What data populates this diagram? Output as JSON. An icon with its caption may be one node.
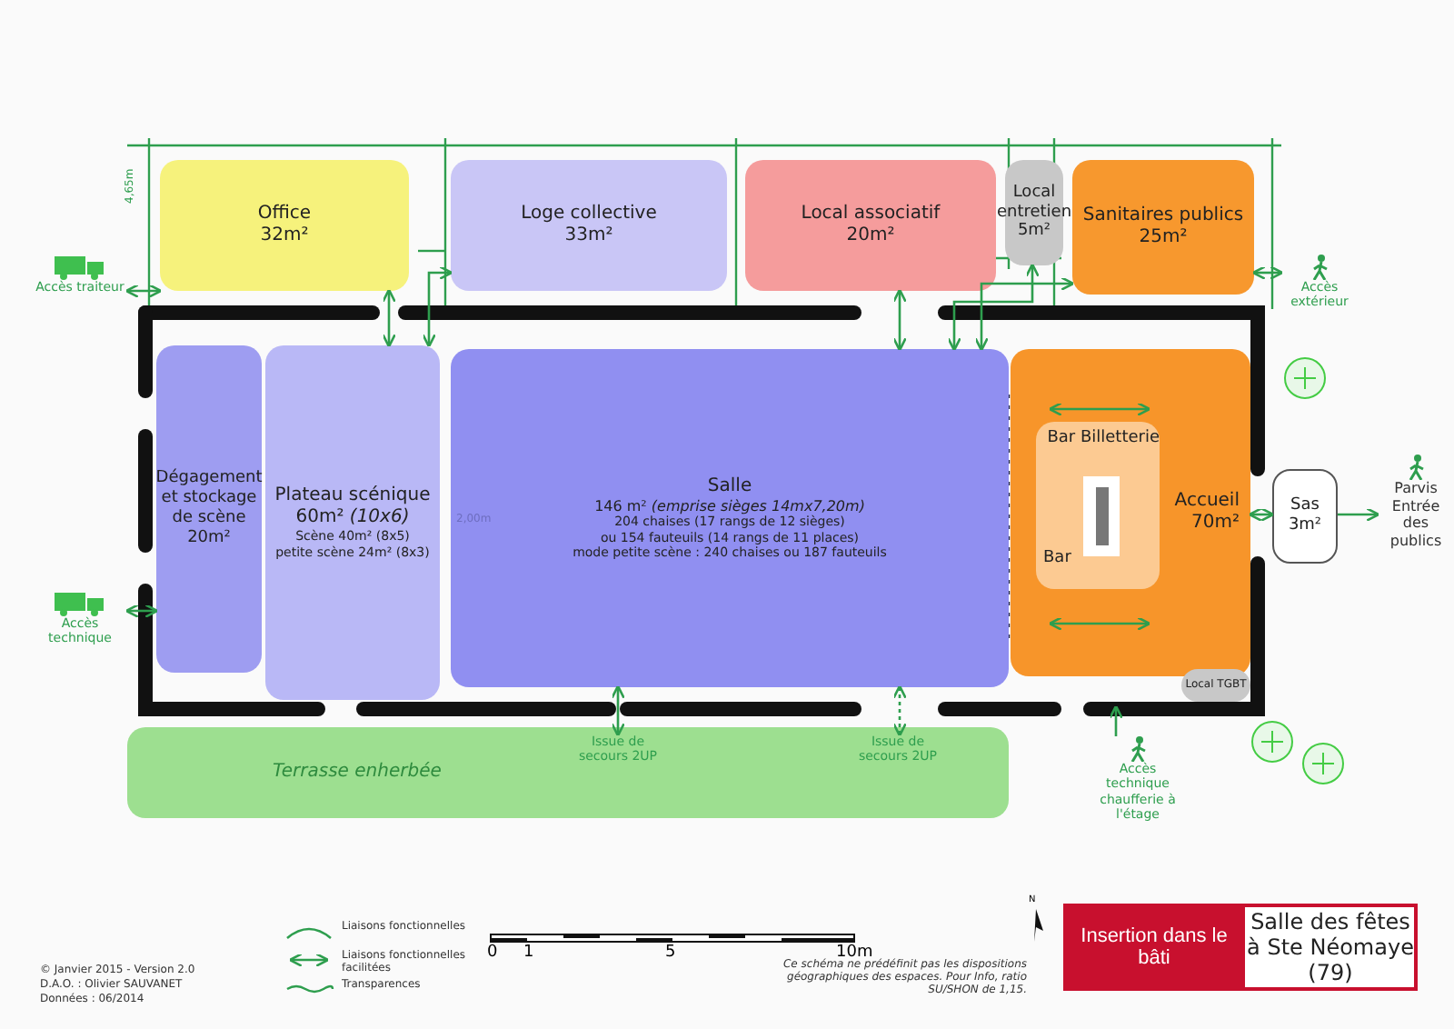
{
  "diagram": {
    "title": "Salle des fêtes à Ste Néomaye (79)",
    "nodes": [
      {
        "text": [
          "Office",
          "32m²"
        ]
      },
      {
        "text": [
          "Loge collective",
          "33m²"
        ]
      },
      {
        "text": [
          "Local associatif",
          "20m²"
        ]
      },
      {
        "text": [
          "Local entretien",
          "5m²"
        ]
      },
      {
        "text": [
          "Sanitaires publics",
          "25m²"
        ]
      },
      {
        "text": [
          "Dégagement et stockage de scène",
          "20m²"
        ]
      },
      {
        "text": [
          "Plateau scénique",
          "60m² *(10x6)*",
          "Scène 40m² (8x5)",
          "petite scène 24m² (8x3)"
        ]
      },
      {
        "text": [
          "Salle",
          "146 m² *(emprise sièges 14mx7,20m)*",
          "204 chaises (17 rangs de 12 sièges)",
          "ou 154 fauteuils (14 rangs de 11 places)",
          "mode petite scène : 240 chaises ou 187 fauteuils"
        ]
      },
      {
        "text": [
          "Accueil",
          "70m²"
        ]
      },
      {
        "text": [
          "Bar Billetterie",
          "Bar"
        ],
        "in": 8
      },
      {
        "text": [
          "Sas",
          "3m²"
        ]
      },
      {
        "text": [
          "Local TGBT"
        ]
      },
      {
        "text": [
          "Terrasse enherbée"
        ]
      },
      {
        "text": [
          "Accès traiteur"
        ]
      },
      {
        "text": [
          "Accès technique"
        ]
      },
      {
        "text": [
          "Accès extérieur"
        ]
      },
      {
        "text": [
          "Parvis Entrée des publics"
        ]
      },
      {
        "text": [
          "Issue de secours 2UP"
        ],
        "in": 12
      },
      {
        "text": [
          "Issue de secours 2UP"
        ],
        "in": 12
      },
      {
        "text": [
          "Accès technique chaufferie à l'étage"
        ]
      }
    ],
    "edges": [
      {
        "from": 13,
        "to": 0,
        "arrow": "both"
      },
      {
        "from": 0,
        "to": 6,
        "arrow": "both"
      },
      {
        "from": 1,
        "to": 6,
        "arrow": "both"
      },
      {
        "from": 2,
        "to": 7,
        "arrow": "both"
      },
      {
        "from": 3,
        "to": 7,
        "arrow": "both"
      },
      {
        "from": 4,
        "to": 7,
        "arrow": "both"
      },
      {
        "from": 4,
        "to": 15,
        "arrow": "both"
      },
      {
        "from": 14,
        "to": 5,
        "arrow": "both"
      },
      {
        "from": 8,
        "to": 10,
        "arrow": "both"
      },
      {
        "from": 10,
        "to": 16,
        "arrow": "to"
      },
      {
        "from": 7,
        "to": 17,
        "arrow": "both"
      },
      {
        "from": 7,
        "to": 18,
        "arrow": "both",
        "style": "dashed"
      },
      {
        "from": 19,
        "to": null,
        "arrow": "to"
      }
    ],
    "labels": [
      "Insertion dans le bâti",
      "4,65m",
      "2,00m",
      "N",
      "0",
      "1",
      "5",
      "10m",
      "Ce schéma ne prédéfinit pas les dispositions géographiques des espaces. Pour Info, ratio SU/SHON de 1,15.",
      "© Janvier 2015 - Version 2.0",
      "D.A.O. : Olivier SAUVANET",
      "Données : 06/2014"
    ],
    "legend": [
      {
        "text": "Liaisons fonctionnelles"
      },
      {
        "text": "Liaisons fonctionnelles facilitées"
      },
      {
        "text": "Transparences"
      }
    ]
  }
}
